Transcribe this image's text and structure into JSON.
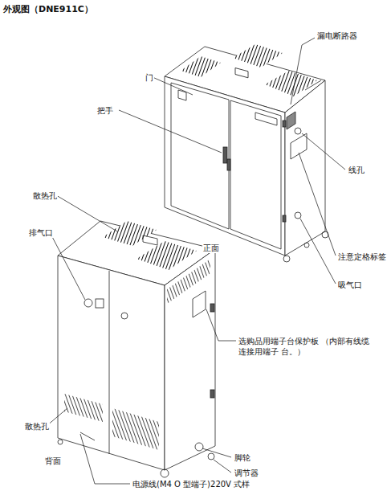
{
  "diagram": {
    "title": "外观图（DNE911C）",
    "labels": [
      "漏电断路器",
      "门",
      "把手",
      "线孔",
      "散热孔",
      "排气口",
      "正面",
      "注意定格标签",
      "吸气口",
      "选购品用端子台保护板 （内部有线缆连接用端子 台。）",
      "散热孔",
      "背面",
      "脚轮",
      "调节器",
      "电源线(M4 O 型端子)220V 式样"
    ]
  }
}
